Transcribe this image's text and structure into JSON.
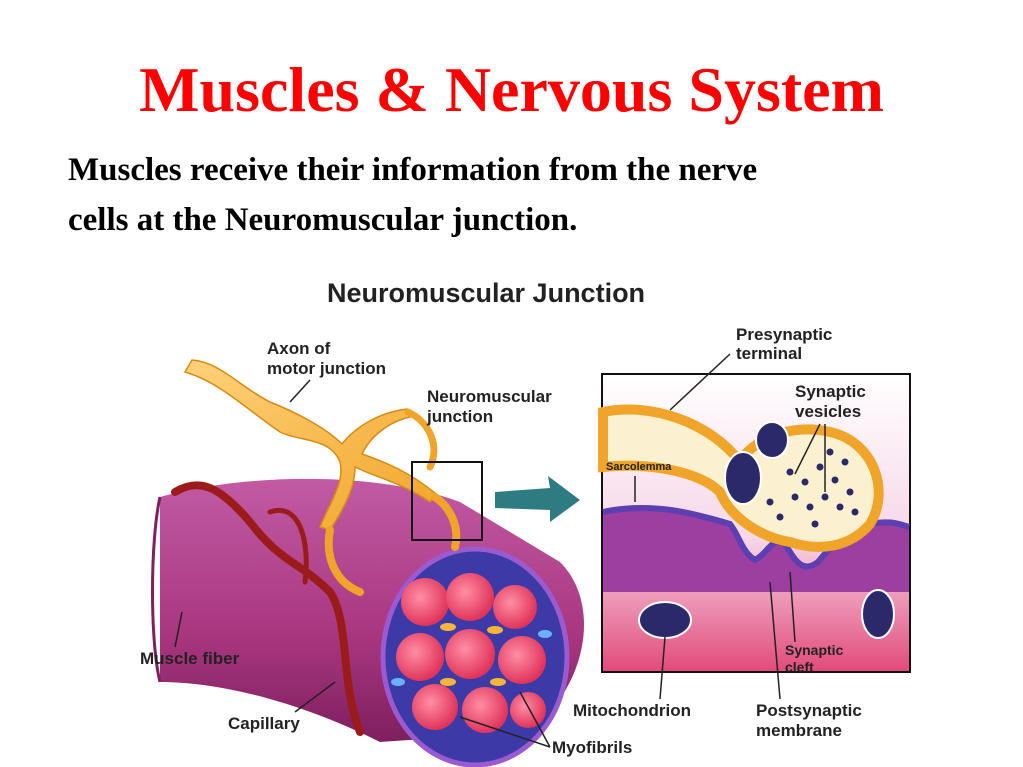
{
  "slide": {
    "title": "Muscles & Nervous System",
    "subtitle_line1": "Muscles receive their information from the nerve",
    "subtitle_line2": "cells at the Neuromuscular junction."
  },
  "diagram": {
    "heading": "Neuromuscular Junction",
    "labels": {
      "axon_line1": "Axon of",
      "axon_line2": "motor junction",
      "nmj_line1": "Neuromuscular",
      "nmj_line2": "junction",
      "presynaptic_line1": "Presynaptic",
      "presynaptic_line2": "terminal",
      "vesicles_line1": "Synaptic",
      "vesicles_line2": "vesicles",
      "sarcolemma": "Sarcolemma",
      "muscle_fiber": "Muscle fiber",
      "capillary": "Capillary",
      "myofibrils": "Myofibrils",
      "mitochondrion": "Mitochondrion",
      "postsynaptic_line1": "Postsynaptic",
      "postsynaptic_line2": "membrane",
      "cleft_line1": "Synaptic",
      "cleft_line2": "cleft"
    }
  },
  "colors": {
    "title": "#ff0000",
    "muscle": "#b03a8c",
    "nerve": "#f5b43a",
    "capillary": "#9b1b1b",
    "arrow": "#2e7c82"
  }
}
